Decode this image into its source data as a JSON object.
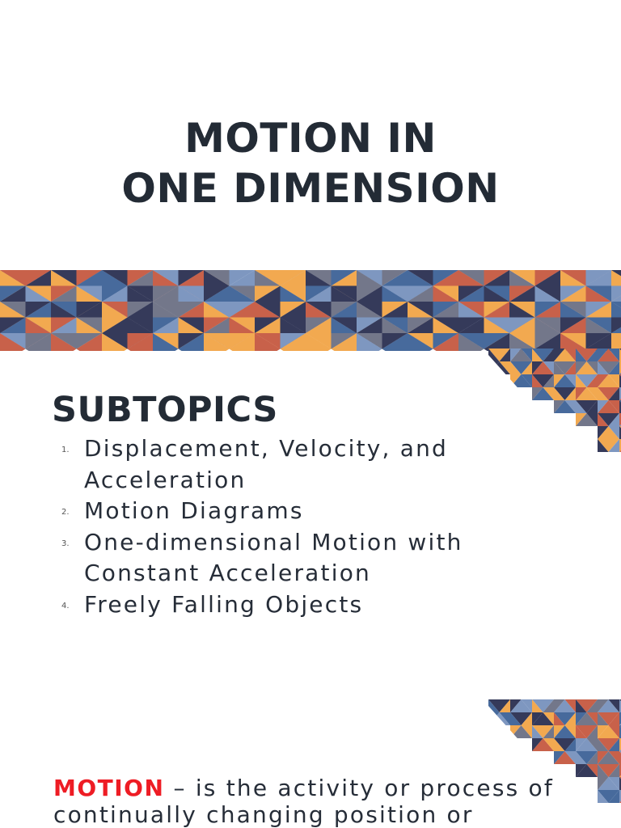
{
  "title": {
    "line1": "MOTION IN",
    "line2": "ONE DIMENSION"
  },
  "subtopics": {
    "heading": "SUBTOPICS",
    "items": [
      {
        "num": "1.",
        "text": "Displacement, Velocity, and Acceleration"
      },
      {
        "num": "2.",
        "text": "Motion Diagrams"
      },
      {
        "num": "3.",
        "text": "One-dimensional Motion with Constant Acceleration"
      },
      {
        "num": "4.",
        "text": "Freely Falling Objects"
      }
    ]
  },
  "definition": {
    "term": "MOTION",
    "separator": " – ",
    "text": "is the activity or process of continually changing position or"
  },
  "colors": {
    "orange": "#F2A950",
    "red": "#C8614A",
    "navy": "#353A5A",
    "blue": "#476A9C",
    "lightblue": "#7E97C0",
    "grey": "#73778A",
    "text": "#232b35",
    "accent_term": "#EE1C24"
  }
}
